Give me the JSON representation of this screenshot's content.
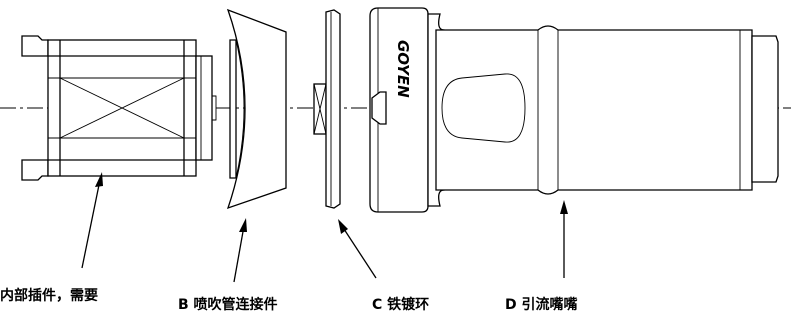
{
  "labels": {
    "a": "内部插件，需要",
    "b": "B 喷吹管连接件",
    "c": "C 铁镀环",
    "d": "D 引流嘴嘴"
  },
  "brand": "GOYEN"
}
